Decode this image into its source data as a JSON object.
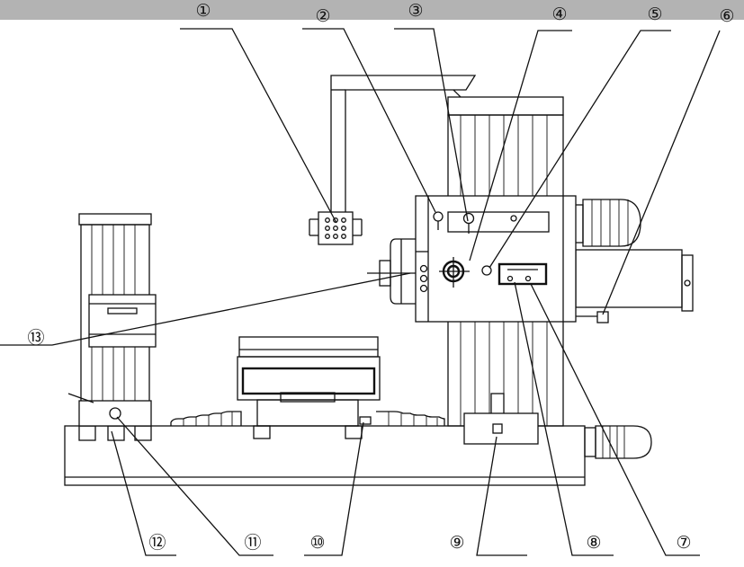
{
  "callouts": [
    {
      "label": "①"
    },
    {
      "label": "②"
    },
    {
      "label": "③"
    },
    {
      "label": "④"
    },
    {
      "label": "⑤"
    },
    {
      "label": "⑥"
    },
    {
      "label": "⑦"
    },
    {
      "label": "⑧"
    },
    {
      "label": "⑨"
    },
    {
      "label": "⑩"
    },
    {
      "label": "⑪"
    },
    {
      "label": "⑫"
    },
    {
      "label": "⑬"
    }
  ]
}
